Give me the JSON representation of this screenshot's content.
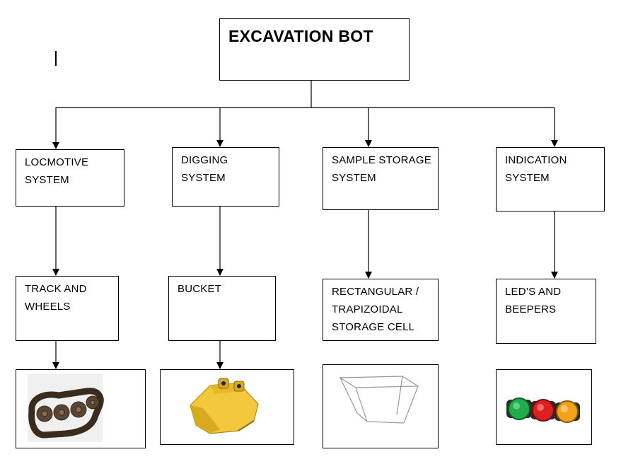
{
  "diagram": {
    "root": {
      "label": "EXCAVATION BOT"
    },
    "systems": [
      {
        "label": "LOCMOTIVE\nSYSTEM",
        "component": {
          "label": "TRACK AND\nWHEELS",
          "image_icon": "tank-track-icon"
        }
      },
      {
        "label": "DIGGING\nSYSTEM",
        "component": {
          "label": "BUCKET",
          "image_icon": "excavator-bucket-icon"
        }
      },
      {
        "label": "SAMPLE STORAGE\nSYSTEM",
        "component": {
          "label": "RECTANGULAR /\nTRAPIZOIDAL\nSTORAGE CELL",
          "image_icon": "trapezoid-container-icon"
        }
      },
      {
        "label": "INDICATION\nSYSTEM",
        "component": {
          "label": "LED’S AND\nBEEPERS",
          "image_icon": "led-indicators-icon"
        }
      }
    ],
    "colors": {
      "line": "#000000",
      "bucket": "#f3c93b",
      "led_green": "#1fae4b",
      "led_red": "#e02020",
      "led_yellow": "#f5a21a",
      "track": "#4a3a2a"
    }
  }
}
